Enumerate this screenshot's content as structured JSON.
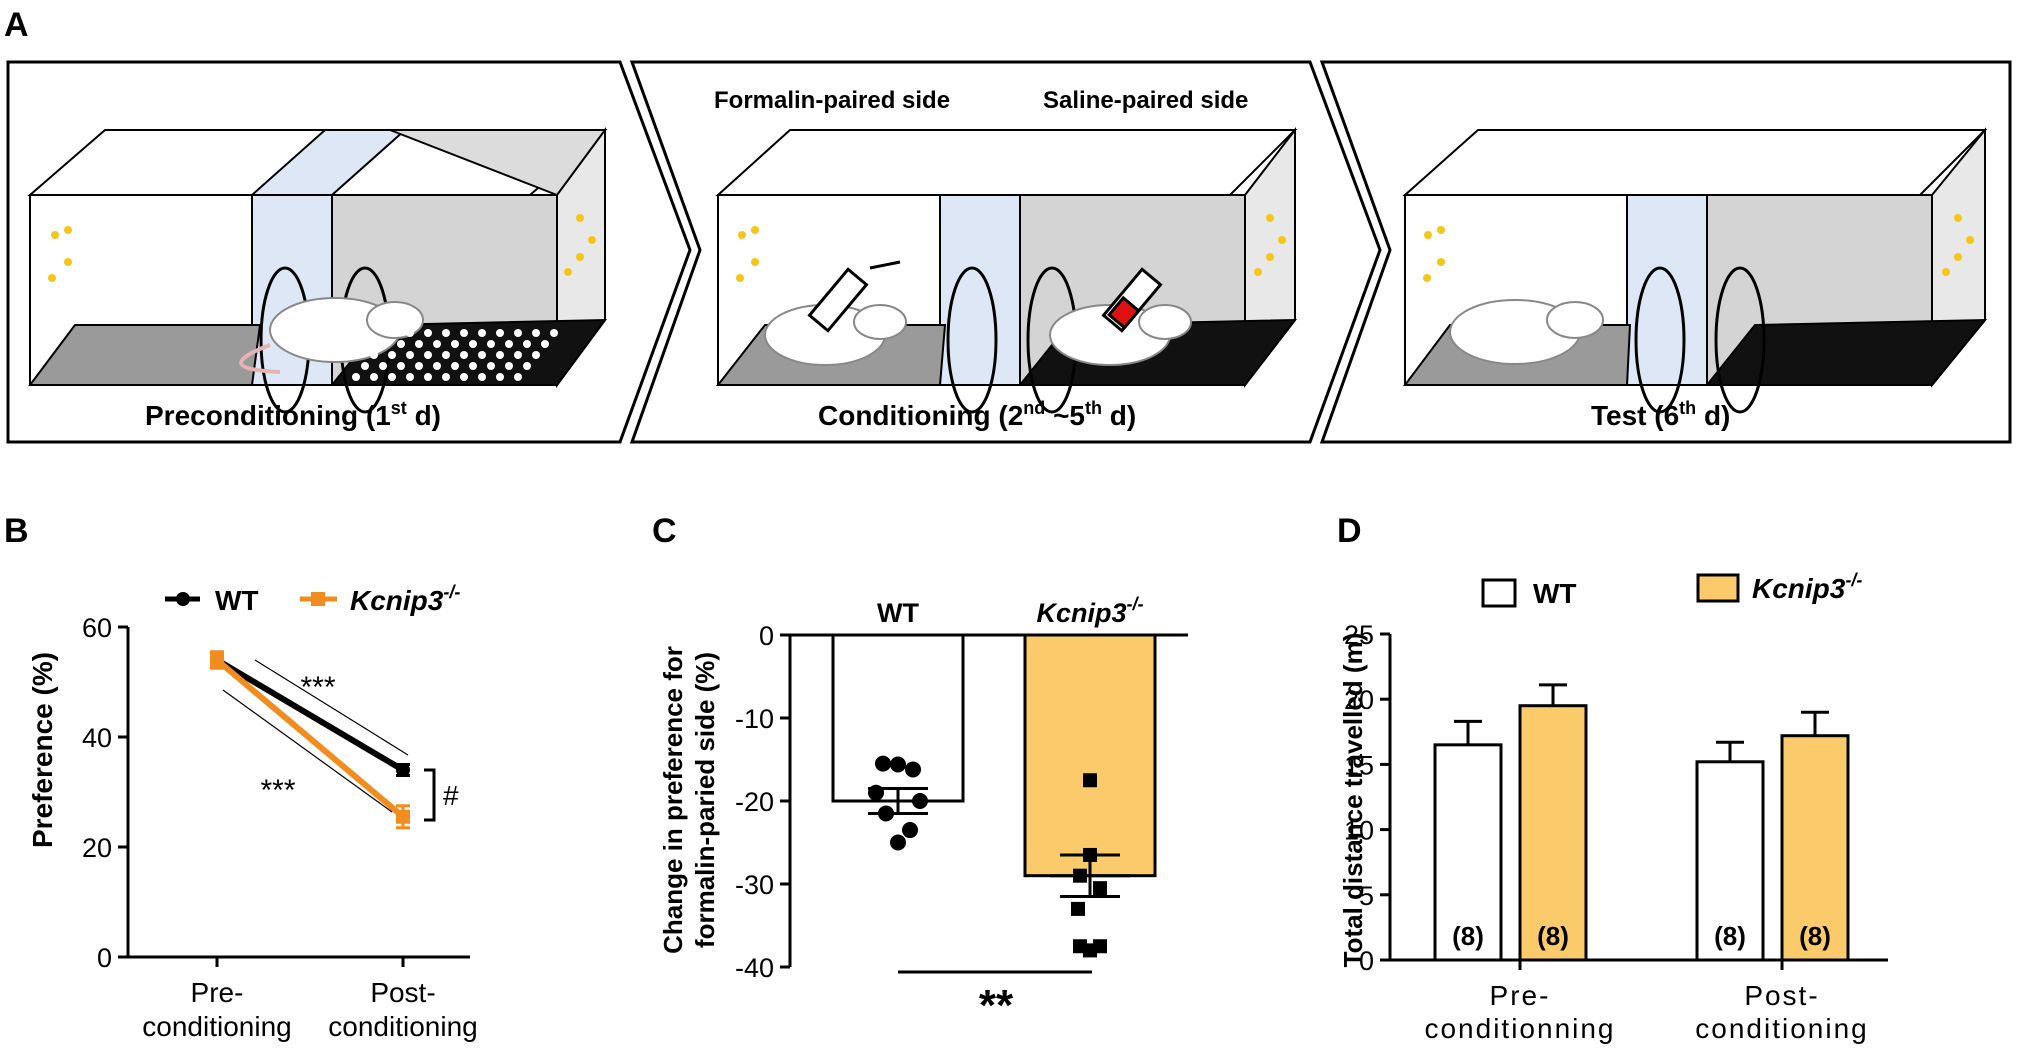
{
  "panel_letters": {
    "a": "A",
    "b": "B",
    "c": "C",
    "d": "D"
  },
  "colors": {
    "wt": "#000000",
    "ko": "#F28C1E",
    "ko_bar": "#FBCB6B",
    "box_white": "#FFFFFF",
    "box_grey": "#DCDCDC",
    "partition": "#DDE7F5",
    "pellet": "#F5C518",
    "syringe_red": "#E01010"
  },
  "schematic": {
    "stages": [
      {
        "label": "Preconditioning (1",
        "sup": "st",
        "tail": " d)"
      },
      {
        "label": "Conditioning (2",
        "sup": "nd",
        "mid": " ~5",
        "sup2": "th",
        "tail": " d)"
      },
      {
        "label": "Test (6",
        "sup": "th",
        "tail": " d)"
      }
    ],
    "formalin_label": "Formalin-paired side",
    "saline_label": "Saline-paired side"
  },
  "chart_data": [
    {
      "panel": "B",
      "type": "line",
      "categories": [
        "Pre-conditioning",
        "Post-conditioning"
      ],
      "tick_labels": [
        [
          "Pre-",
          "conditioning"
        ],
        [
          "Post-",
          "conditioning"
        ]
      ],
      "ylabel": "Preference (%)",
      "ylim": [
        0,
        60
      ],
      "yticks": [
        0,
        20,
        40,
        60
      ],
      "series": [
        {
          "name": "WT",
          "values": [
            54,
            34
          ],
          "error": [
            1,
            1
          ]
        },
        {
          "name": "Kcnip3",
          "name_sup": "-/-",
          "values": [
            54,
            25.5
          ],
          "error": [
            1.5,
            2
          ]
        }
      ],
      "annotations": {
        "upper": "***",
        "lower": "***",
        "between": "#"
      },
      "legend": "top"
    },
    {
      "panel": "C",
      "type": "bar",
      "categories": [
        "WT",
        "Kcnip3"
      ],
      "category_sup": [
        "",
        "-/-"
      ],
      "values": [
        -20,
        -29
      ],
      "error": [
        1.5,
        2.5
      ],
      "ylabel": [
        "Change in preference for",
        "formalin-paried side (%)"
      ],
      "ylim": [
        -40,
        0
      ],
      "yticks": [
        0,
        -10,
        -20,
        -30,
        -40
      ],
      "points": [
        [
          -15.5,
          -16.2,
          -15.6,
          -19,
          -20,
          -21.5,
          -23.5,
          -25
        ],
        [
          -17.5,
          -26.5,
          -29,
          -30.5,
          -33,
          -37.5,
          -37.5,
          -38
        ]
      ],
      "significance": "**"
    },
    {
      "panel": "D",
      "type": "bar",
      "categories": [
        "Pre-conditionning",
        "Post-conditioning"
      ],
      "tick_labels": [
        [
          "Pre-",
          "conditionning"
        ],
        [
          "Post-",
          "conditioning"
        ]
      ],
      "ylabel": "Total distance travelled (m)",
      "ylim": [
        0,
        25
      ],
      "yticks": [
        0,
        5,
        10,
        15,
        20,
        25
      ],
      "series": [
        {
          "name": "WT",
          "values": [
            16.5,
            15.2
          ],
          "error": [
            1.8,
            1.5
          ]
        },
        {
          "name": "Kcnip3",
          "name_sup": "-/-",
          "values": [
            19.5,
            17.2
          ],
          "error": [
            1.6,
            1.8
          ]
        }
      ],
      "n_labels": [
        "(8)",
        "(8)",
        "(8)",
        "(8)"
      ],
      "legend": "top"
    }
  ]
}
